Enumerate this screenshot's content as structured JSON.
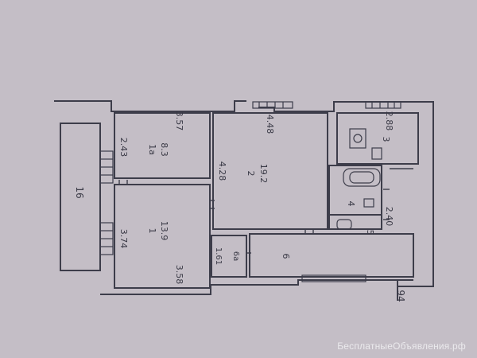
{
  "rooms": {
    "r16": {
      "num": "16"
    },
    "r1a": {
      "num": "1а",
      "area": "8.3",
      "dim_side": "2.43",
      "dim_top": "3.57"
    },
    "r1": {
      "num": "1",
      "area": "13.9",
      "dim_side": "3.74",
      "dim_top": "3.58"
    },
    "r2": {
      "num": "2",
      "area": "19.2",
      "dim_side": "4.28",
      "dim_top": "4.48"
    },
    "r6a": {
      "num": "6а",
      "dim_side": "1.61"
    },
    "r6": {
      "num": "6"
    },
    "r3": {
      "num": "3",
      "dim_top": "2.88"
    },
    "r4": {
      "num": "4"
    },
    "r5": {
      "num": "5",
      "dim_side": "2.40"
    }
  },
  "edge_mark": "94",
  "watermark": "БесплатныеОбъявления.рф",
  "colors": {
    "background": "#c4bec6",
    "wall": "#3d3d4a",
    "text": "#3a3a46",
    "watermark": "#f2f2f4"
  }
}
